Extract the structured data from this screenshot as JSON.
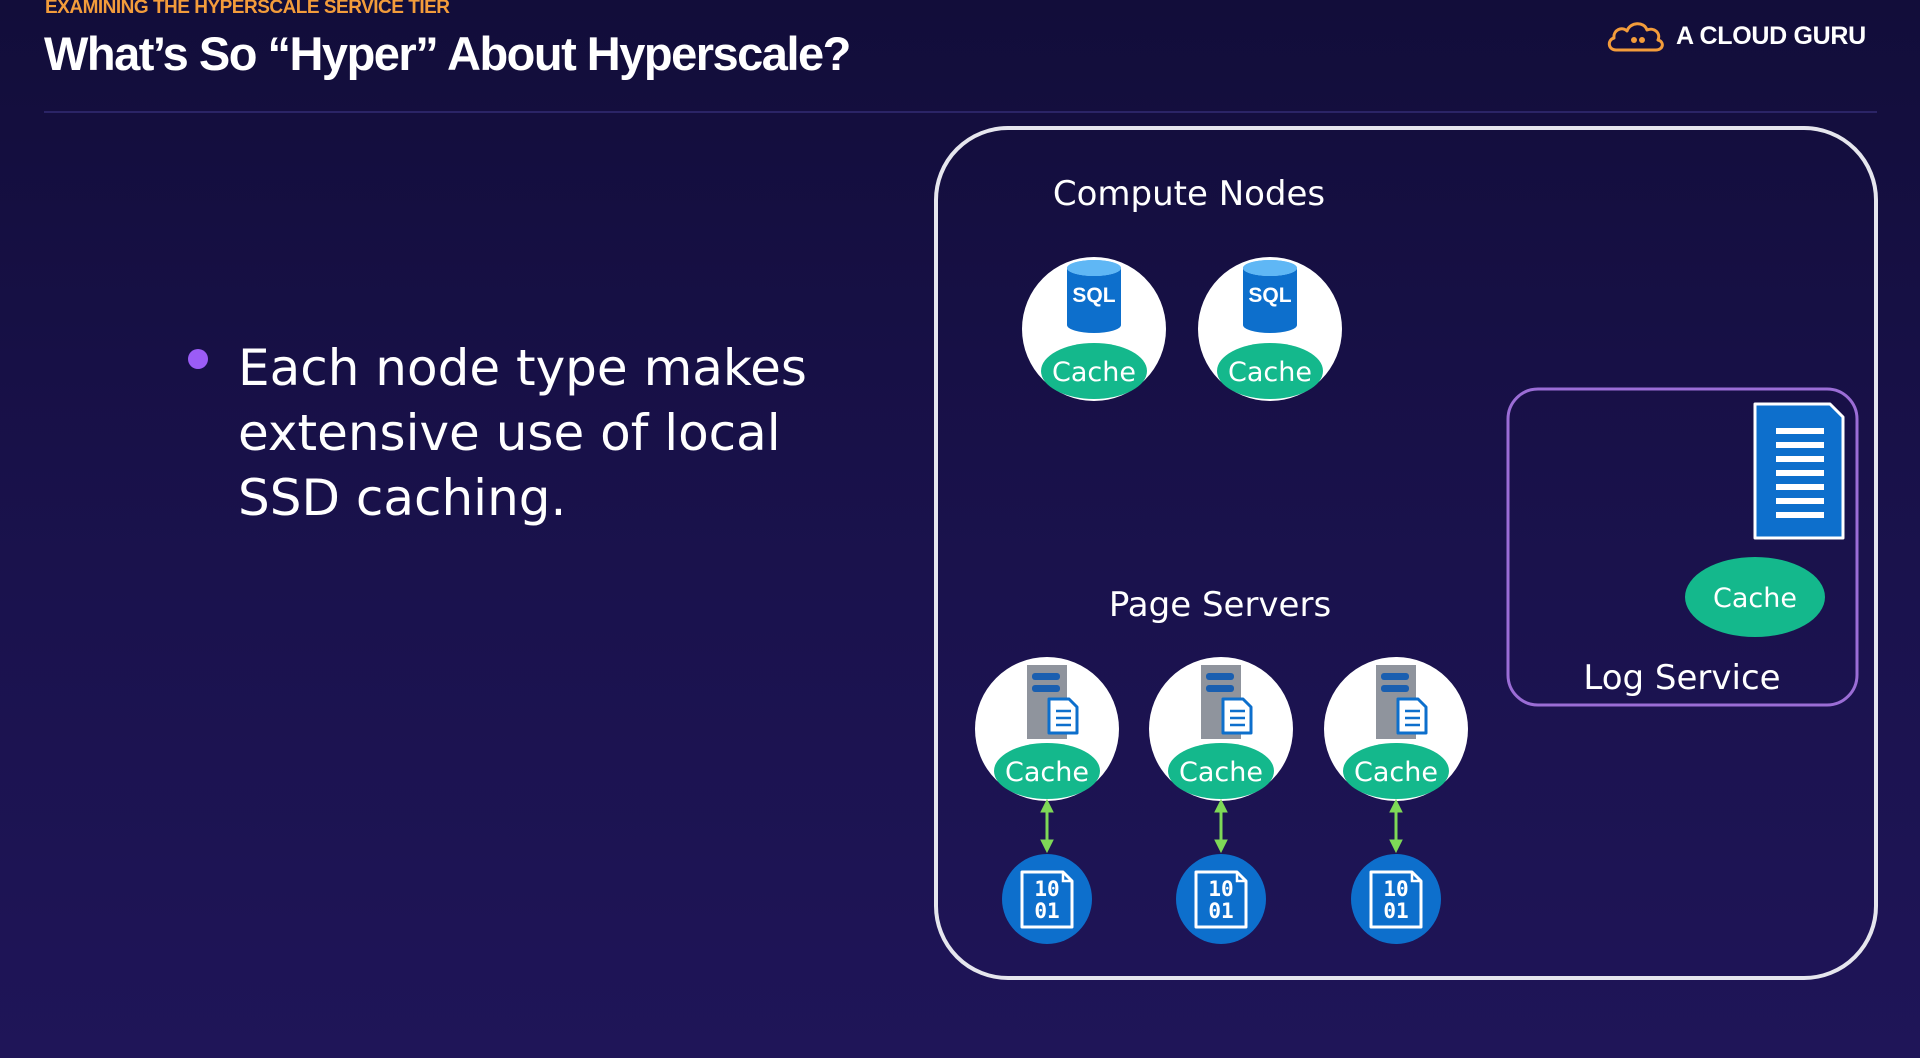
{
  "header": {
    "eyebrow": "EXAMINING THE HYPERSCALE SERVICE TIER",
    "title": "What’s So “Hyper” About Hyperscale?",
    "brand": "A CLOUD GURU"
  },
  "bullet": {
    "lines": [
      "Each node type makes",
      "extensive use of local",
      "SSD caching."
    ]
  },
  "diagram": {
    "compute_label": "Compute Nodes",
    "page_label": "Page Servers",
    "log_label": "Log Service",
    "sql_text": "SQL",
    "cache_text": "Cache",
    "binary_top": "10",
    "binary_bottom": "01",
    "colors": {
      "cache": "#14b88c",
      "sql": "#0d6fcc",
      "server": "#8a8f99",
      "log_border": "#9b6dd6",
      "arrow": "#7ed957",
      "frame": "#e6e6ee",
      "bullet": "#9b5cf6",
      "eyebrow": "#f39c3b"
    }
  }
}
